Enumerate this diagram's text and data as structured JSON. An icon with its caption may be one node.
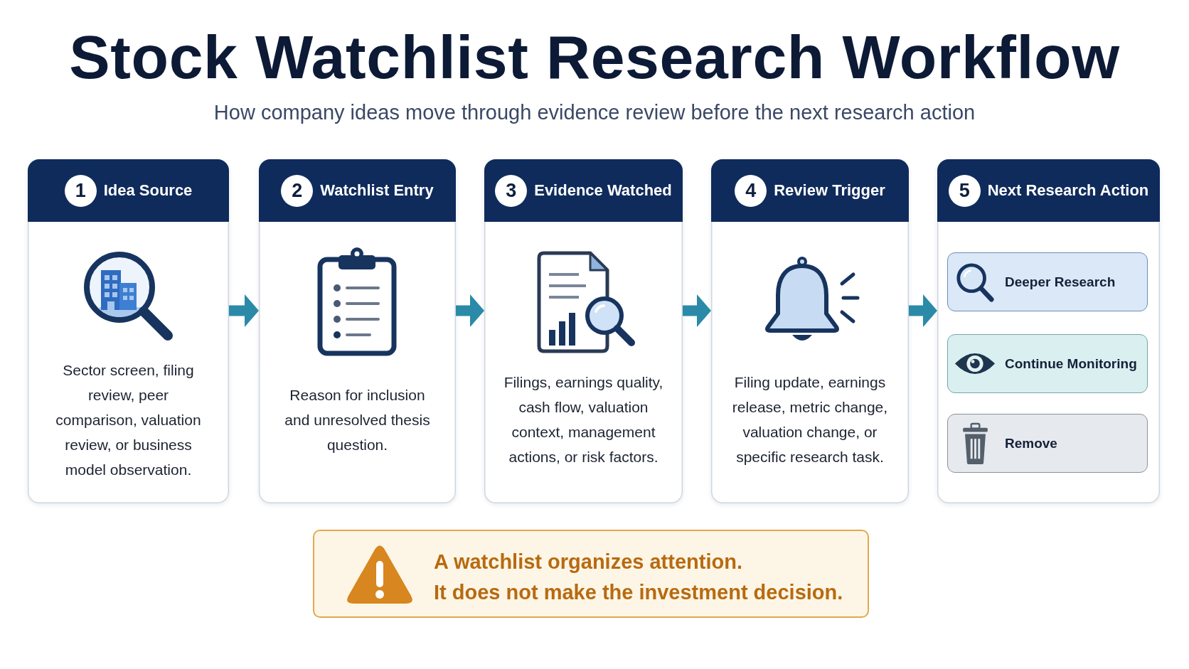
{
  "diagram": {
    "title": "Stock Watchlist Research Workflow",
    "nodes": [
      {
        "text": [
          "1",
          "Idea Source",
          "Sector screen, filing review, peer comparison, valuation review, or business model observation."
        ]
      },
      {
        "text": [
          "2",
          "Watchlist Entry",
          "Reason for inclusion and unresolved thesis question."
        ]
      },
      {
        "text": [
          "3",
          "Evidence Watched",
          "Filings, earnings quality, cash flow, valuation context, management actions, or risk factors."
        ]
      },
      {
        "text": [
          "4",
          "Review Trigger",
          "Filing update, earnings release, metric change, valuation change, or specific research task."
        ]
      },
      {
        "text": [
          "5",
          "Next Research Action"
        ]
      },
      {
        "text": [
          "Deeper Research"
        ],
        "in": 4
      },
      {
        "text": [
          "Continue Monitoring"
        ],
        "in": 4
      },
      {
        "text": [
          "Remove"
        ],
        "in": 4
      },
      {
        "text": [
          "A watchlist organizes attention.",
          "It does not make the investment decision."
        ]
      }
    ],
    "edges": [
      {
        "from": 0,
        "to": 1,
        "arrow": "to"
      },
      {
        "from": 1,
        "to": 2,
        "arrow": "to"
      },
      {
        "from": 2,
        "to": 3,
        "arrow": "to"
      },
      {
        "from": 3,
        "to": 4,
        "arrow": "to"
      }
    ],
    "labels": [
      "How company ideas move through evidence review before the next research action"
    ]
  }
}
